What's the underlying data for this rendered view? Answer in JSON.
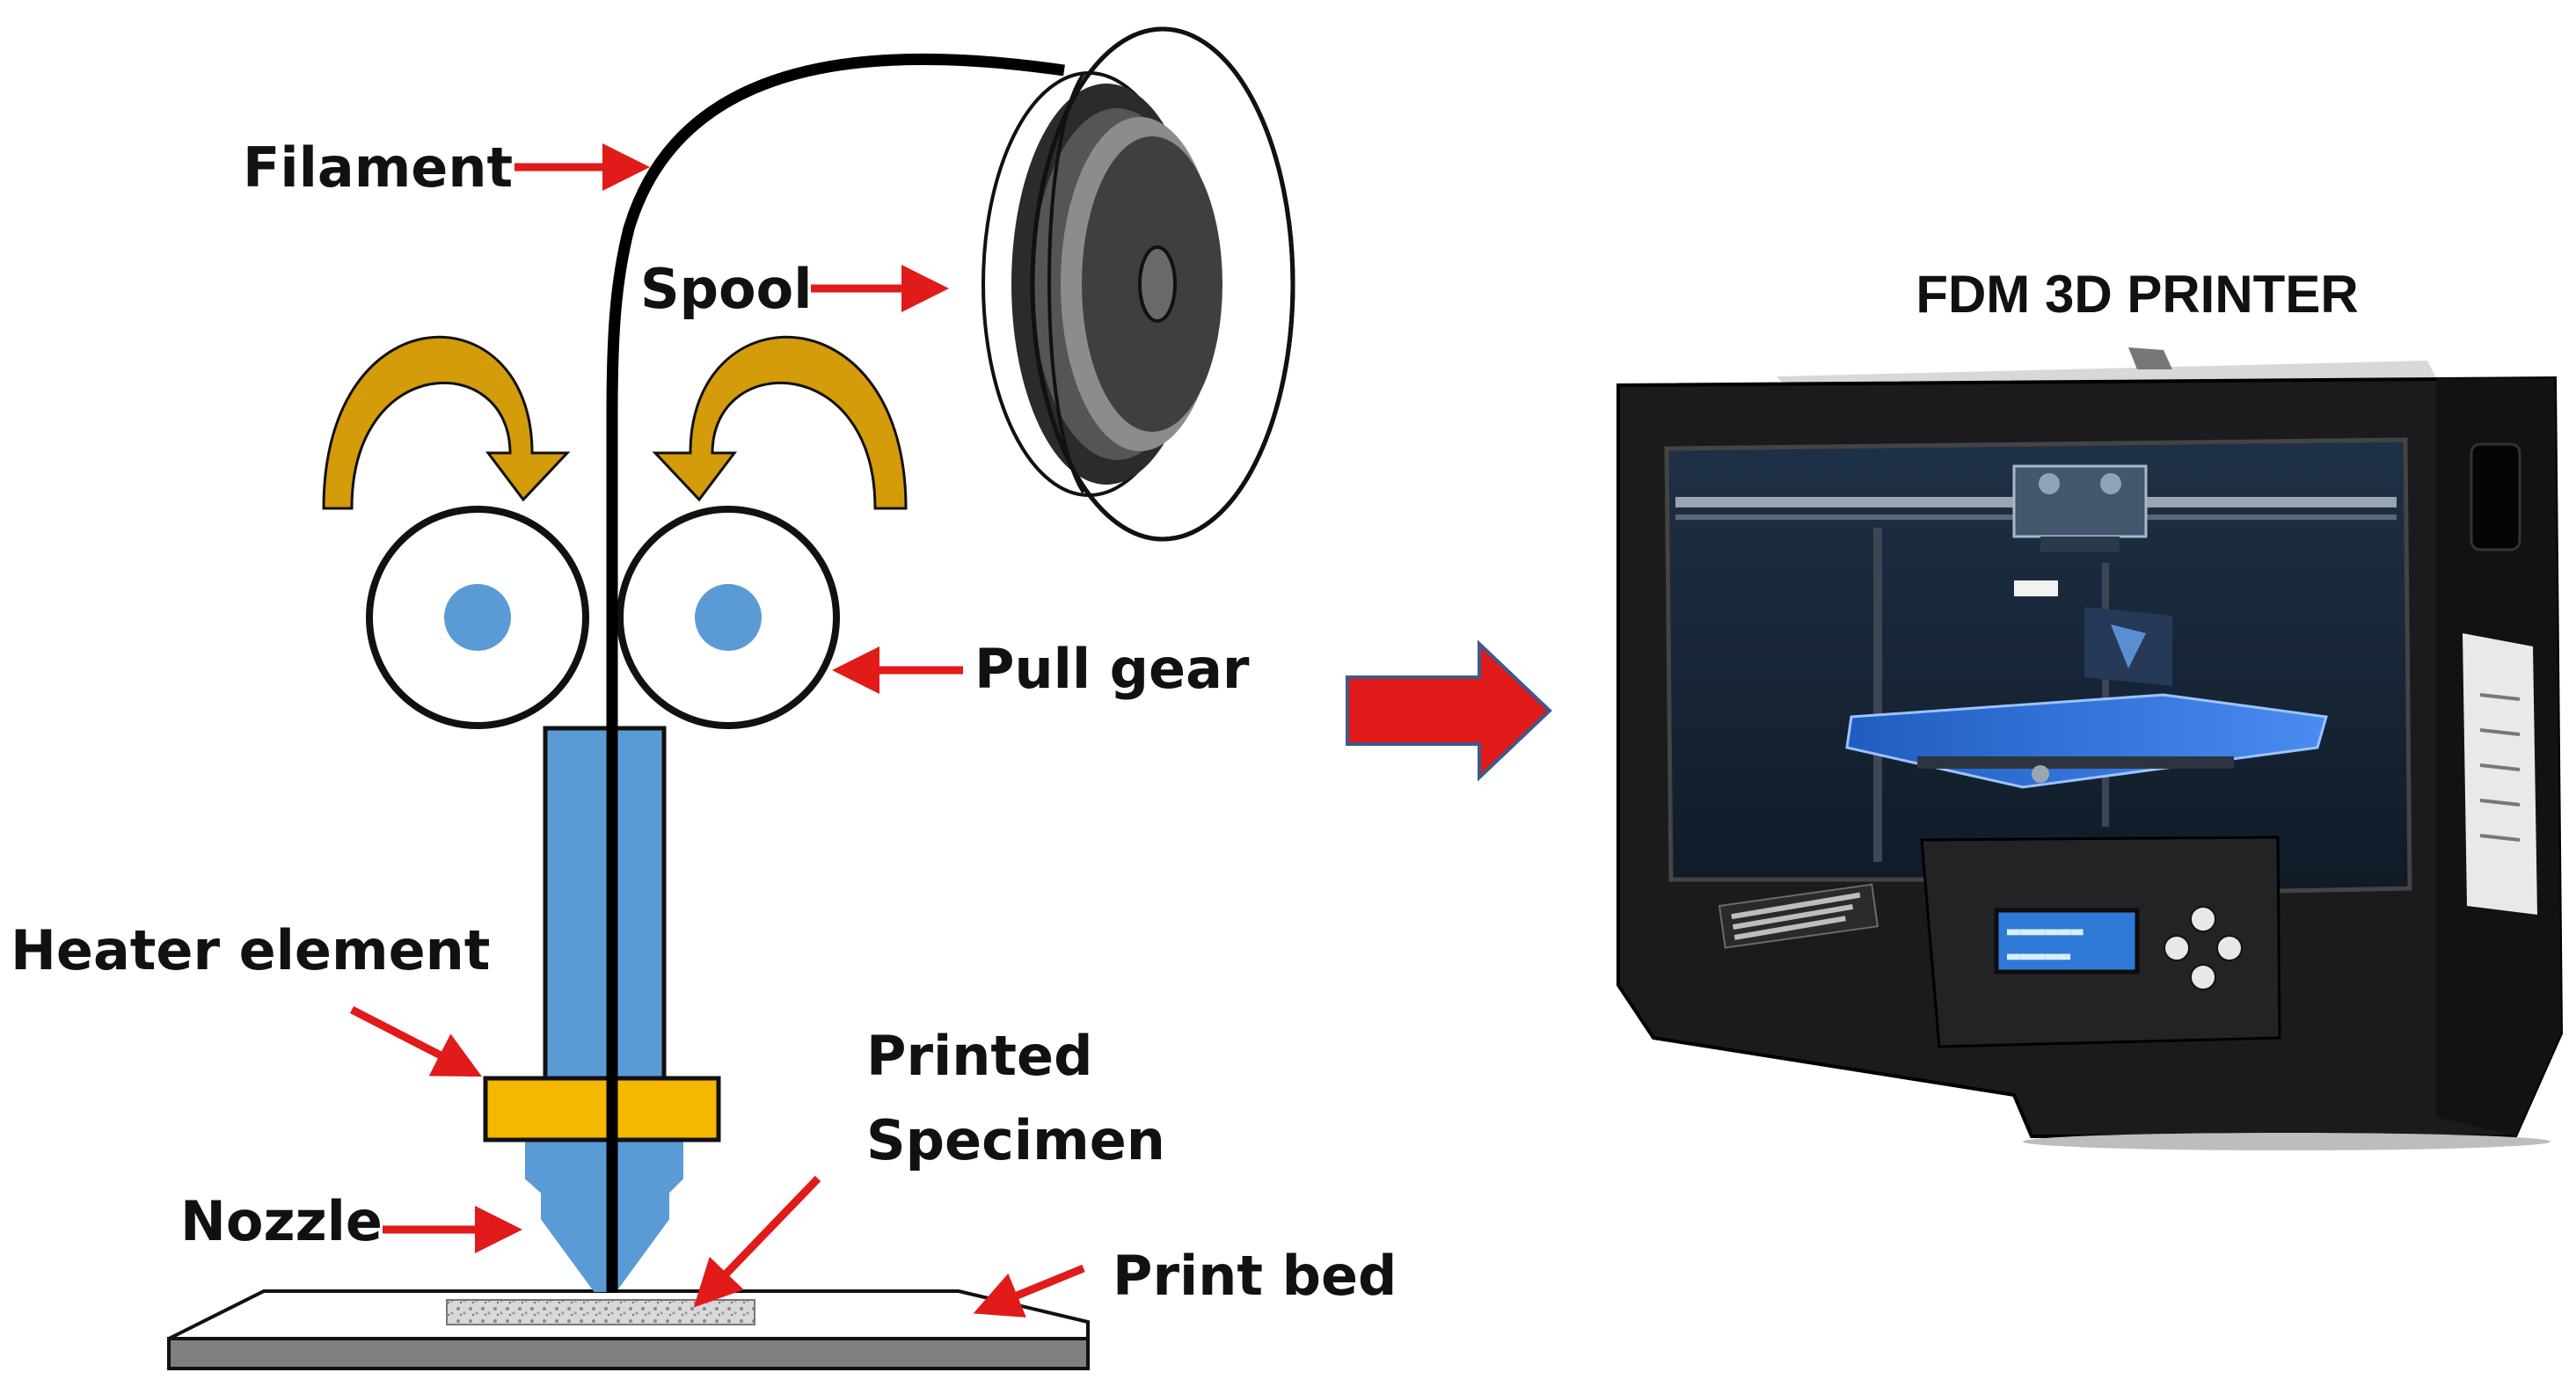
{
  "labels": {
    "filament": "Filament",
    "spool": "Spool",
    "pull_gear": "Pull gear",
    "heater_element": "Heater element",
    "printed_line1": "Printed",
    "printed_line2": "Specimen",
    "nozzle": "Nozzle",
    "print_bed": "Print bed"
  },
  "printer": {
    "title": "FDM 3D PRINTER"
  },
  "colors": {
    "arrow_red": "#e11a1a",
    "gear_arrow_gold": "#d49b0a",
    "hot_end_blue": "#5b9bd5",
    "heater_yellow": "#f5b800",
    "gear_hub_blue": "#5b9bd5",
    "bed_gray": "#7f7f7f",
    "printer_body": "#1b1b1d",
    "build_plate_blue": "#2f6fd8"
  },
  "icons": {
    "transition_arrow": "big-red-right-arrow"
  }
}
